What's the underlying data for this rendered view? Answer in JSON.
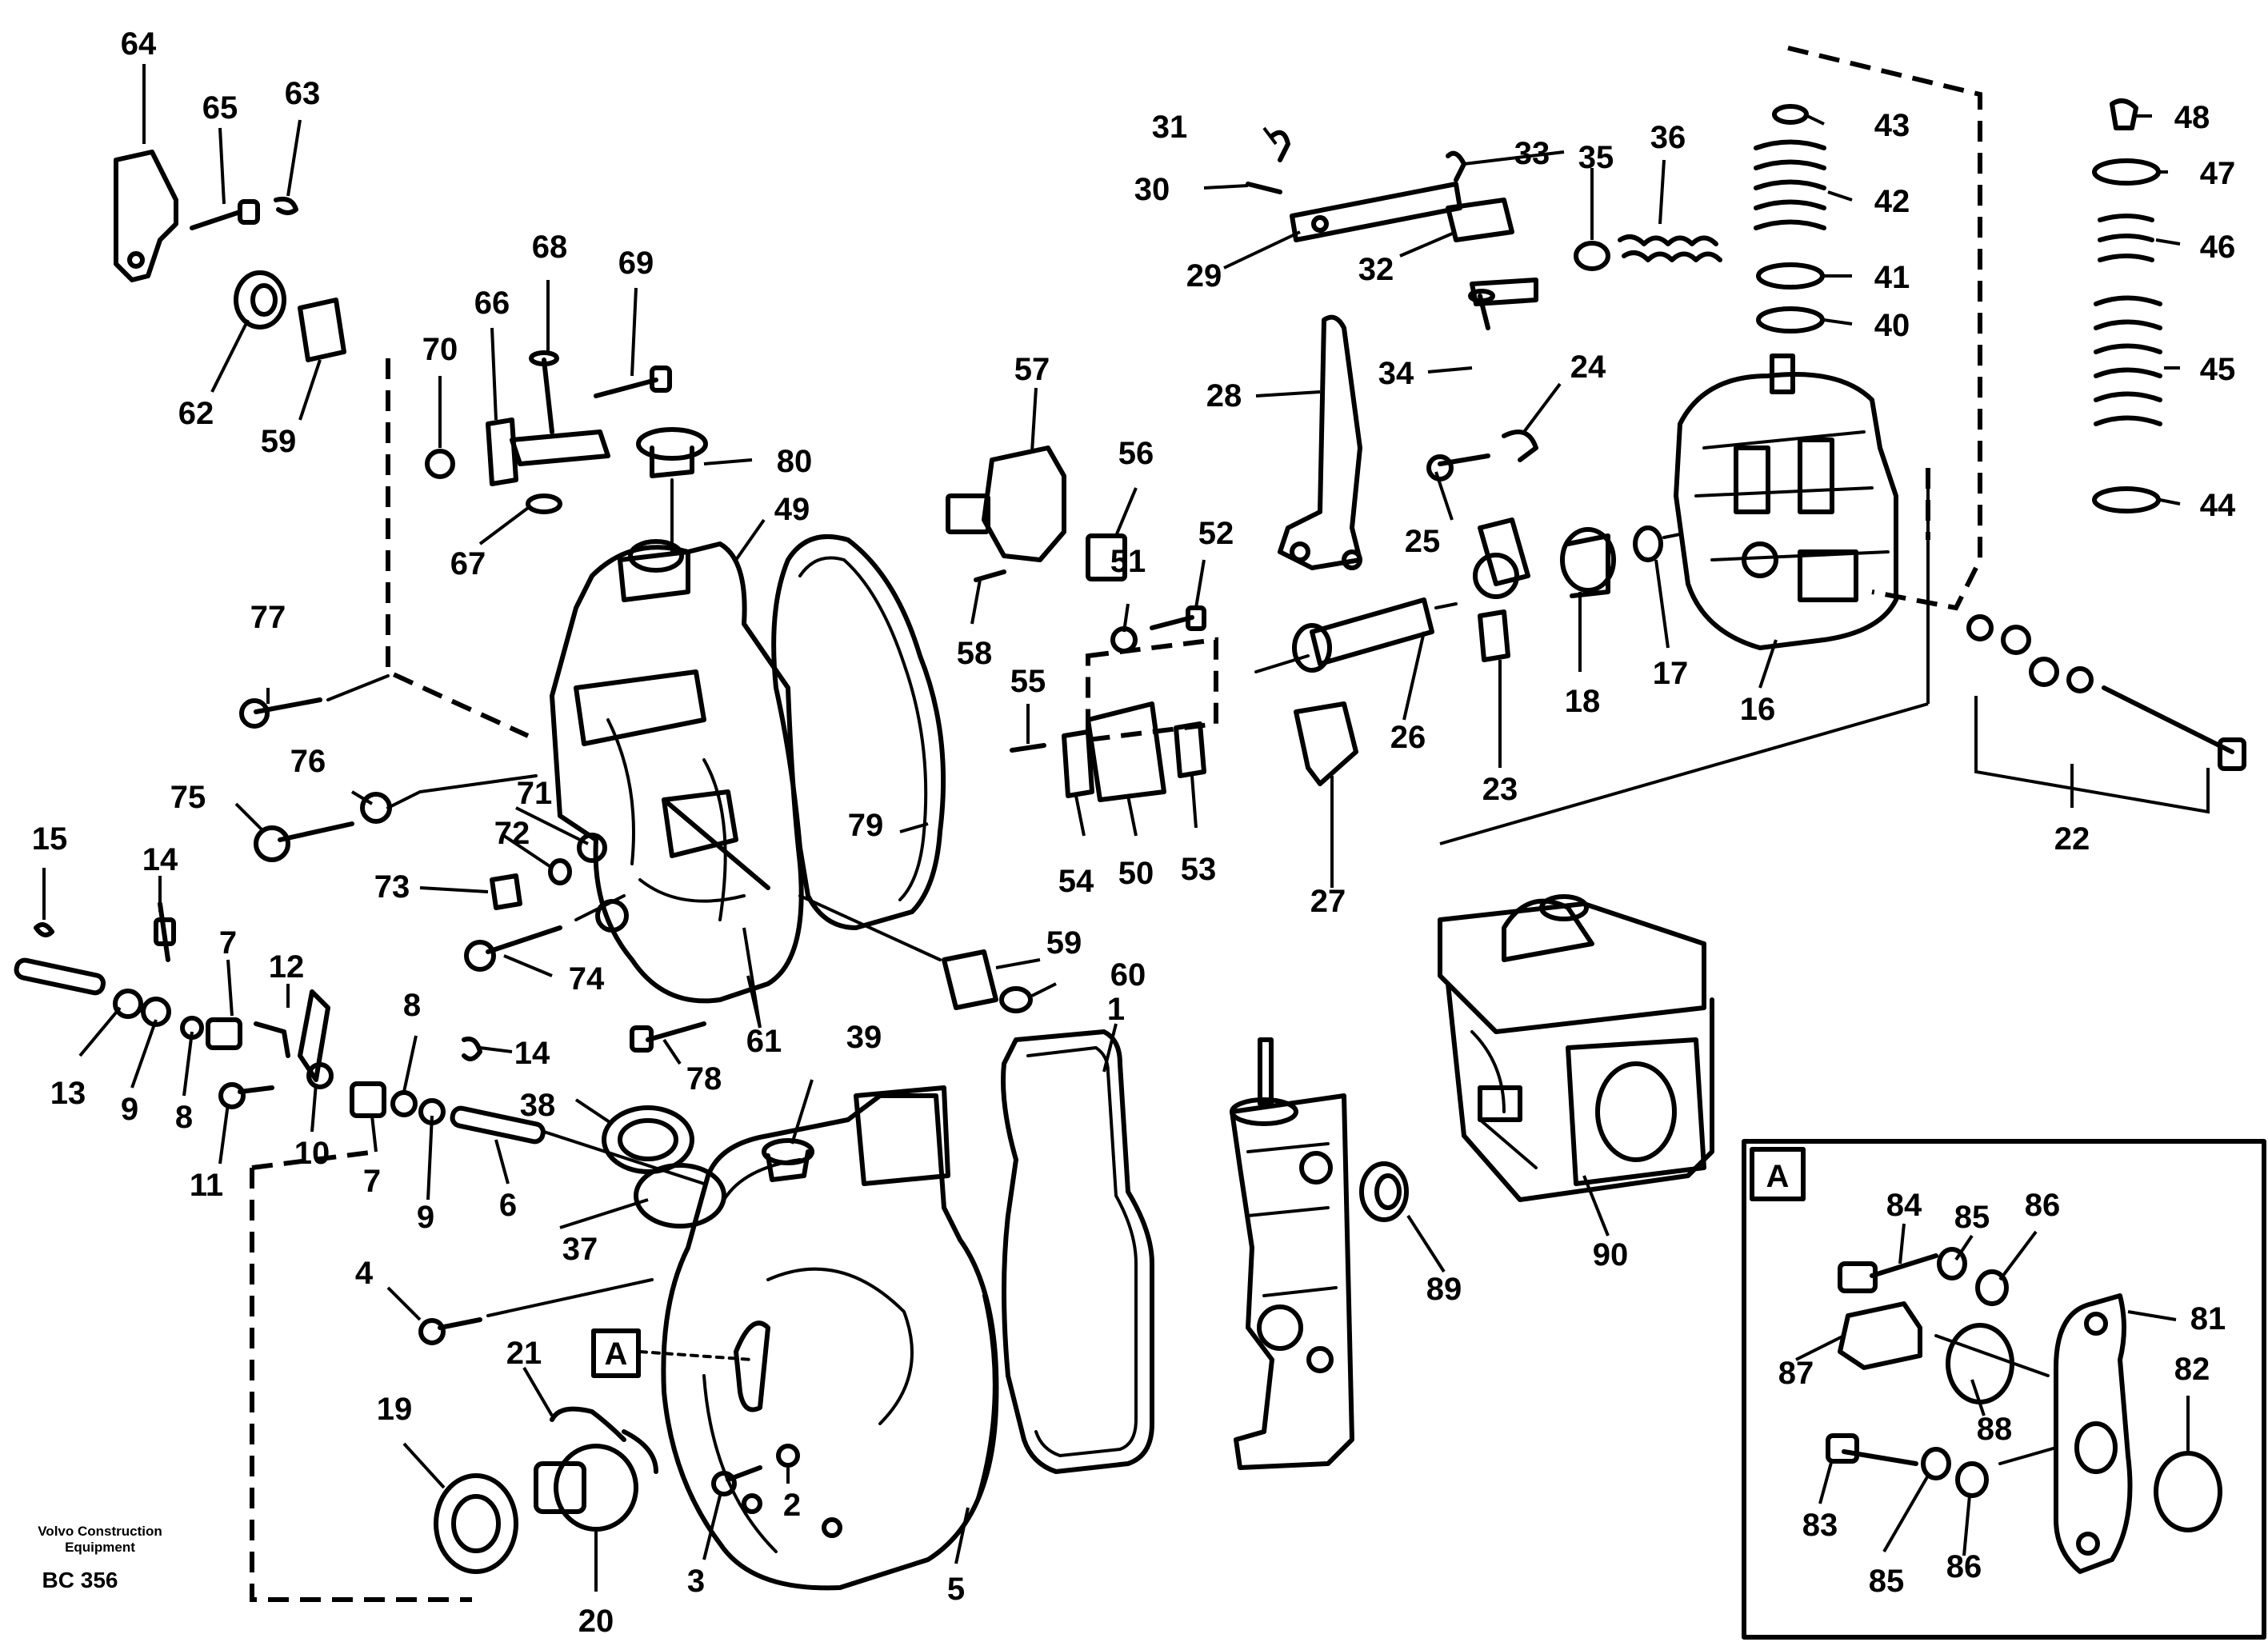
{
  "diagram": {
    "type": "exploded-parts-view",
    "callouts": [
      "1",
      "2",
      "3",
      "4",
      "5",
      "6",
      "7",
      "8",
      "9",
      "10",
      "11",
      "12",
      "13",
      "14",
      "15",
      "16",
      "17",
      "18",
      "19",
      "20",
      "21",
      "22",
      "23",
      "24",
      "25",
      "26",
      "27",
      "28",
      "29",
      "30",
      "31",
      "32",
      "33",
      "34",
      "35",
      "36",
      "37",
      "38",
      "39",
      "40",
      "41",
      "42",
      "43",
      "44",
      "45",
      "46",
      "47",
      "48",
      "49",
      "50",
      "51",
      "52",
      "53",
      "54",
      "55",
      "56",
      "57",
      "58",
      "59",
      "60",
      "61",
      "62",
      "63",
      "64",
      "65",
      "66",
      "67",
      "68",
      "69",
      "70",
      "71",
      "72",
      "73",
      "74",
      "75",
      "76",
      "77",
      "78",
      "79",
      "80",
      "81",
      "82",
      "83",
      "84",
      "85",
      "86",
      "87",
      "88",
      "89",
      "90"
    ],
    "detail": {
      "label": "A",
      "callouts": [
        "81",
        "82",
        "83",
        "84",
        "85",
        "86",
        "87",
        "88"
      ]
    },
    "footer": {
      "maker_line1": "Volvo Construction",
      "maker_line2": "Equipment",
      "code": "BC 356"
    }
  }
}
